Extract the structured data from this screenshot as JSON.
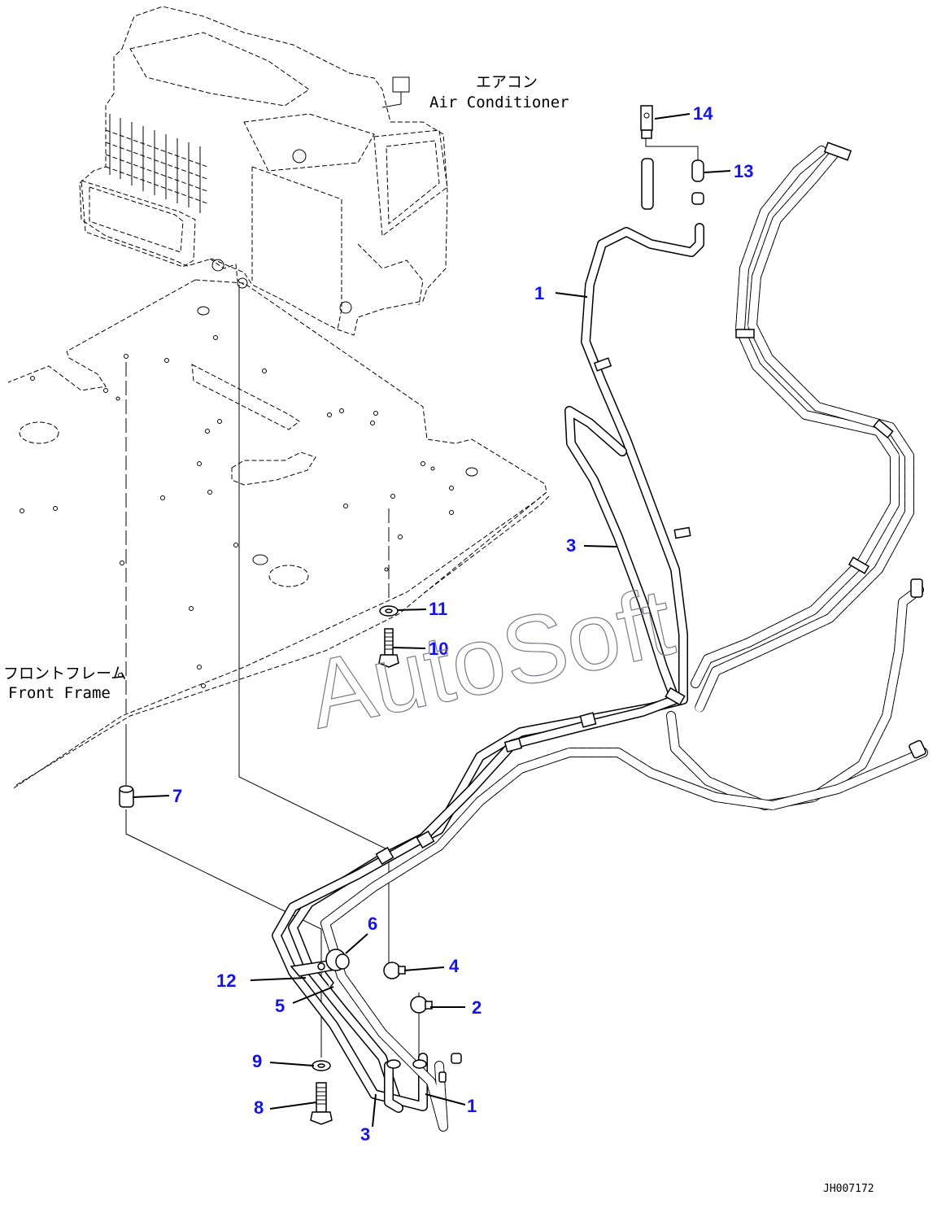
{
  "drawing": {
    "drawing_number": "JH007172",
    "watermark": "AutoSoft",
    "accent_color": "#1414e6"
  },
  "captions": {
    "air_conditioner_jp": "エアコン",
    "air_conditioner_en": "Air Conditioner",
    "front_frame_jp": "フロントフレーム",
    "front_frame_en": "Front Frame"
  },
  "callouts": [
    {
      "id": "c14",
      "label": "14",
      "part": "adapter fitting"
    },
    {
      "id": "c13",
      "label": "13",
      "part": "elbow fitting"
    },
    {
      "id": "c1-top",
      "label": "1",
      "part": "hose"
    },
    {
      "id": "c3-mid",
      "label": "3",
      "part": "hose"
    },
    {
      "id": "c11",
      "label": "11",
      "part": "washer"
    },
    {
      "id": "c10",
      "label": "10",
      "part": "bolt"
    },
    {
      "id": "c7",
      "label": "7",
      "part": "spacer"
    },
    {
      "id": "c6",
      "label": "6",
      "part": "clamp"
    },
    {
      "id": "c4",
      "label": "4",
      "part": "hose clamp"
    },
    {
      "id": "c12",
      "label": "12",
      "part": "clamp plate"
    },
    {
      "id": "c2",
      "label": "2",
      "part": "hose clamp"
    },
    {
      "id": "c5",
      "label": "5",
      "part": "clamp"
    },
    {
      "id": "c9",
      "label": "9",
      "part": "washer"
    },
    {
      "id": "c1-bottom",
      "label": "1",
      "part": "hose"
    },
    {
      "id": "c8",
      "label": "8",
      "part": "bolt"
    },
    {
      "id": "c3-bottom",
      "label": "3",
      "part": "hose"
    }
  ]
}
